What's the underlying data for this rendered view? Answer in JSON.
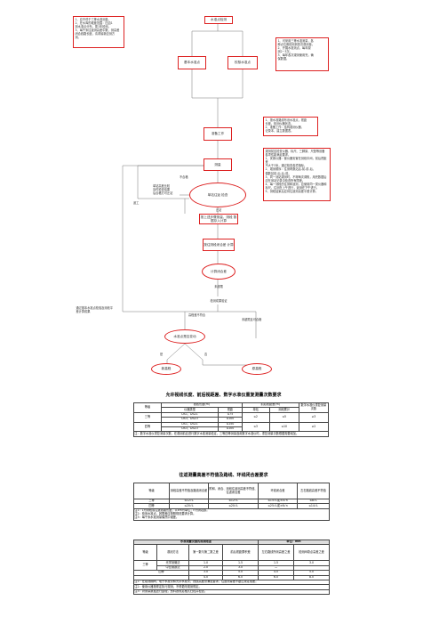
{
  "flow": {
    "start": "水准点检测",
    "base_point": "基本水准点",
    "check_point": "校核水准点",
    "left_note": "1、应不低于三等水准测量。\n2、在水库的坡度范围：四边1\n到水准点分布，需1年检测。\n3、每千米往返测高差中数，测高差\n闭合线路长度，请求最新应测方\n测。",
    "right_note": "1、可采用三等水准测量，各\n种点位置检测到首次观测量。\n2、开展水准测点，每年观\n测2~3次。\n3、每年各次观测使用完，确\n保数据。",
    "prep": "准备工作",
    "prep_note": "1、按水准路线布设水准点，视距\n长度，检测仪器状态。\n2、准备工作：结构观测仪器、\n记录本，建立数据表。",
    "survey": "测量",
    "survey_note": "观测前应检查仪器、标尺、三脚架、尺垫等设备\n各项性能满足要求。\n1、安置仪器：使仪器安置在测段中间，前后视距差\n不大于3米，通过检查各项指标。\n2、观测顺序：往测奇数站后-前-前-后，\n偶数站前-后-后-前。\n3、同一测站观测时，不得两次调焦，用完数据后\n应在测站记录中检查所有限差。\n4、每一测段的往测和返测，应使用同一类仪器和\n标尺，往测在上午进行，返测在下午进行。\n5、测段结束后应将往返测高差平差计算。",
    "retest_label": "不合格",
    "loop": "单站往返\n检查",
    "loop_side": "单站高差比较\n及时检查结果\n后合格方可迁站",
    "next": "迁站",
    "calc": "按上述步骤测量，测段\n数据存入计算",
    "calc2": "按往测段闭合差\n计算",
    "result": "计算闭合差",
    "pass": "未超限",
    "check_pass": "检测成果验证",
    "bottom_left_note": "通过基本水准点检验及测段平\n差计算成果",
    "bottom_mid_label": "高程差不符合",
    "bottom_right_label": "未超限且可合格",
    "stability": "水准点是否变动",
    "new_elev": "新高程",
    "old_elev": "原高程",
    "yes_label": "是",
    "no_label": "否",
    "side_label": "返工"
  },
  "table1": {
    "title": "允许视线长度、前后视距差、数字水准仪重复测量次数要求",
    "h_grade": "等级",
    "h_length": "视线长度(m)",
    "h_diff": "前后视距差(m)",
    "h_repeat": "数字水准仪重复测量次数",
    "h_instrument": "仪器类型",
    "h_length2": "视距",
    "h_single": "单站",
    "h_accum": "测段累计",
    "rows": [
      [
        "三等",
        "DS1、DSZ1",
        "≤75",
        "≤2",
        "≤5",
        "≥3"
      ],
      [
        "",
        "DS3、DSZ3",
        "≤100",
        "",
        "",
        ""
      ],
      [
        "四等",
        "DS1、DSZ1",
        "≤150",
        "≤3",
        "≤10",
        "≥2"
      ],
      [
        "",
        "DS3、DSZ3",
        "≤100",
        "",
        "",
        ""
      ]
    ],
    "note": "注：数字水准仪重复测量次数，在观测前应进行数字水准测量检定，三等四等测量选用数字水准仪时，重复测量次数根据需要增加。"
  },
  "table2": {
    "title": "往返测量高差不符值及路线、环线闭合差要求",
    "headers": [
      "等级",
      "测段高差不符值及路线闭合差",
      "附和、闭合、测段往返测高差不符值、往返闭合差",
      "环线闭合差",
      "左右路线高差不符值"
    ],
    "rows": [
      [
        "三等",
        "≤12√L",
        "≤12√L",
        "≤15√L或±4√n",
        "≤8√L"
      ],
      [
        "四等",
        "≤20√L",
        "≤20√L",
        "≤25√L或±6√n",
        "≤14√L"
      ]
    ],
    "notes": "注1：L为测段或往返线路长度，以km为单位；n为测站数。\n注2：检测水准点，其限差应按照规范要求计算。\n注3：每千米水准测量偶然中误差。"
  },
  "table3": {
    "title": "水准测量仪器的观测限差",
    "unit": "单位：mm",
    "headers": [
      "等级",
      "观测方法",
      "第一数与第二数之差",
      "前后视距累积差",
      "左右路线所测高差之差",
      "检测间歇点高差之差"
    ],
    "rows": [
      [
        "三等",
        "光学测微法",
        "1.0",
        "1.5",
        "1.5",
        "3.0"
      ],
      [
        "",
        "中丝读数法",
        "2.0",
        "3.0",
        "—",
        ""
      ],
      [
        "四等",
        "",
        "3.0",
        "5.0",
        "4.0",
        "5.0"
      ],
      [
        "",
        "",
        "4.0",
        "6.0",
        "6.0",
        "8.0"
      ]
    ],
    "notes": [
      "注1：在观测期间，电子水准仪和光学水准仪，视线高度须满足要求，往返测量差不超过规定限差。",
      "注2：使用仪器按规定执行观测，不得更改观测规定。",
      "注3：对测量数据进行整理，资料按规定格式归档并检查。"
    ]
  }
}
